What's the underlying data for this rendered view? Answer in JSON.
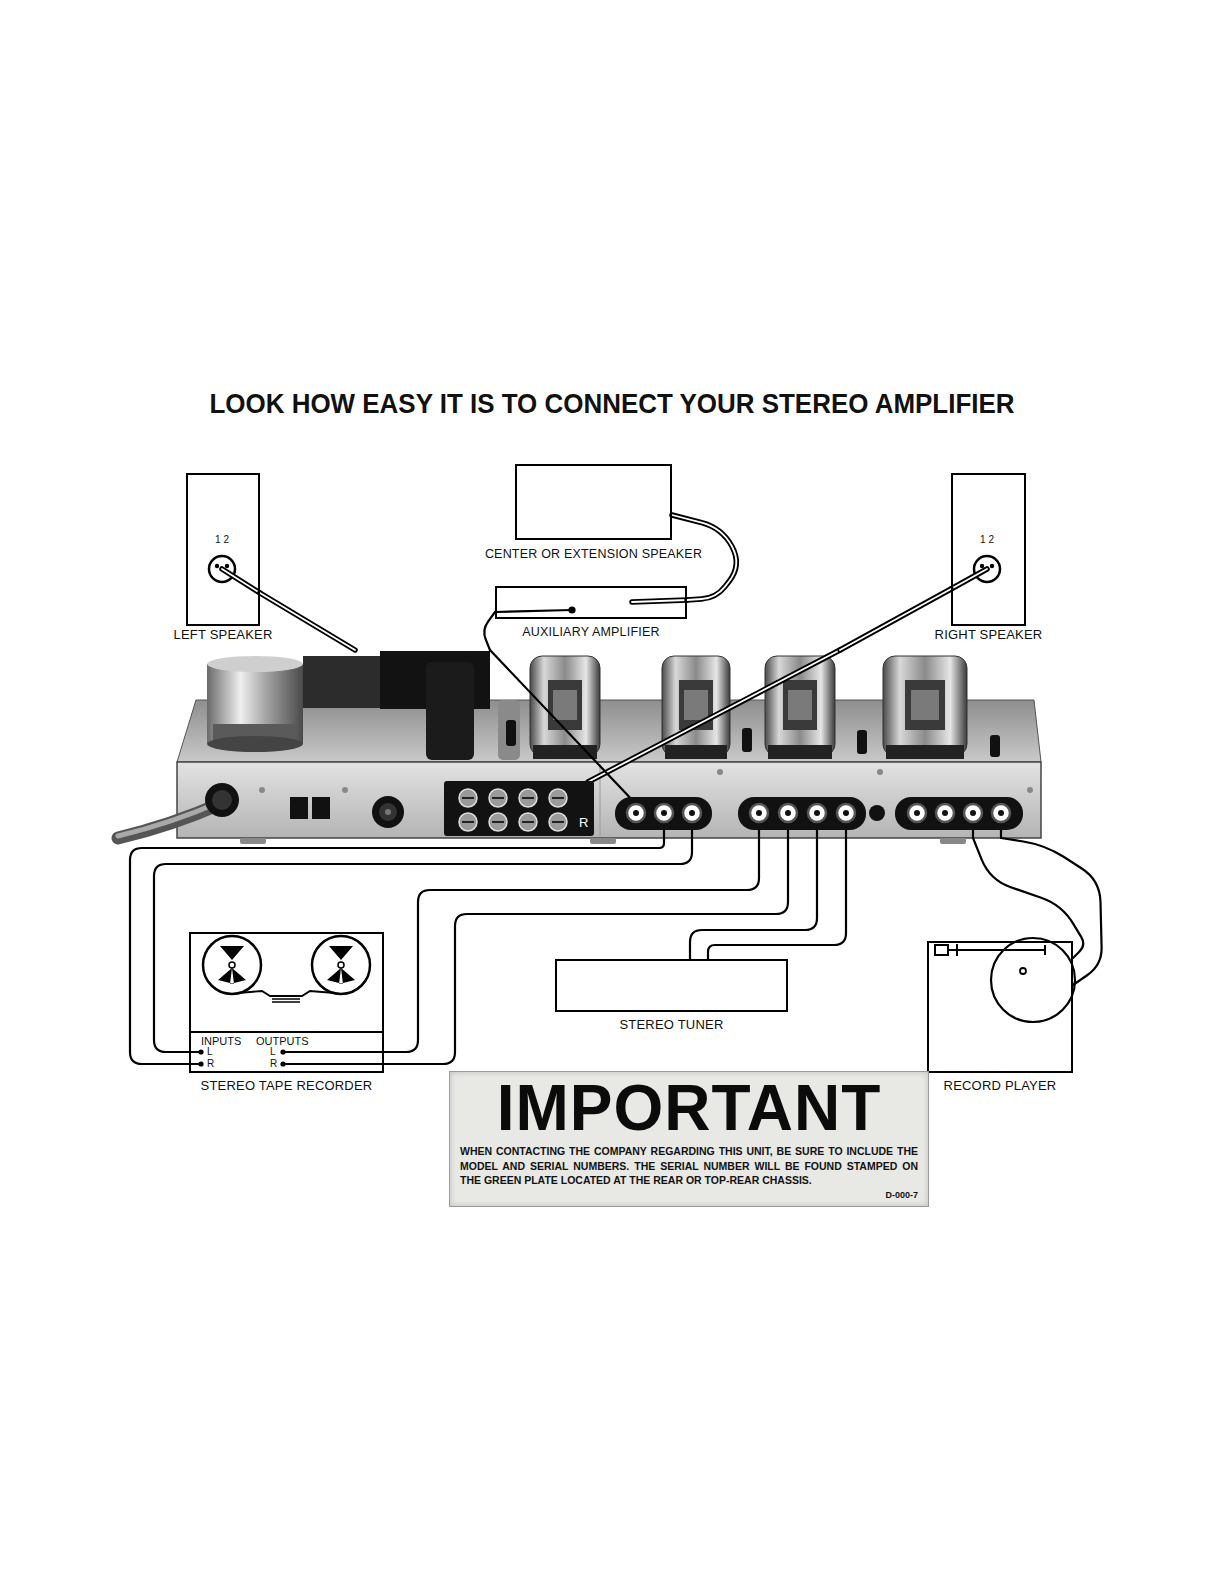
{
  "diagram": {
    "title": "LOOK HOW EASY IT IS TO CONNECT YOUR STEREO AMPLIFIER",
    "nodes": [
      {
        "text": [
          "LEFT SPEAKER"
        ]
      },
      {
        "text": [
          "CENTER OR EXTENSION SPEAKER"
        ]
      },
      {
        "text": [
          "AUXILIARY AMPLIFIER"
        ]
      },
      {
        "text": [
          "RIGHT SPEAKER"
        ]
      },
      {
        "text": [
          "R"
        ]
      },
      {
        "text": [
          "STEREO TAPE RECORDER"
        ]
      },
      {
        "text": [
          "STEREO TUNER"
        ]
      },
      {
        "text": [
          "RECORD PLAYER"
        ]
      },
      {
        "text": [
          "IMPORTANT",
          "WHEN CONTACTING THE COMPANY REGARDING THIS UNIT, BE SURE TO INCLUDE THE MODEL AND SERIAL NUMBERS. THE SERIAL NUMBER WILL BE FOUND STAMPED ON THE GREEN PLATE LOCATED AT THE REAR OR TOP-REAR CHASSIS.",
          "D-000-7"
        ]
      }
    ],
    "edges": [
      {
        "from": 0,
        "to": 4,
        "arrow": "none"
      },
      {
        "from": 1,
        "to": 2,
        "arrow": "none"
      },
      {
        "from": 2,
        "to": 4,
        "arrow": "none"
      },
      {
        "from": 3,
        "to": 4,
        "arrow": "none"
      },
      {
        "from": 5,
        "to": 4,
        "arrow": "none"
      },
      {
        "from": 5,
        "to": 4,
        "arrow": "none"
      },
      {
        "from": 5,
        "to": 4,
        "arrow": "none"
      },
      {
        "from": 5,
        "to": 4,
        "arrow": "none"
      },
      {
        "from": 6,
        "to": 4,
        "arrow": "none"
      },
      {
        "from": 6,
        "to": 4,
        "arrow": "none"
      },
      {
        "from": 7,
        "to": 4,
        "arrow": "none"
      },
      {
        "from": 7,
        "to": 4,
        "arrow": "none"
      }
    ],
    "labels": [
      "1 2",
      "1 2",
      "INPUTS",
      "OUTPUTS",
      "L",
      "R",
      "L",
      "R"
    ]
  }
}
